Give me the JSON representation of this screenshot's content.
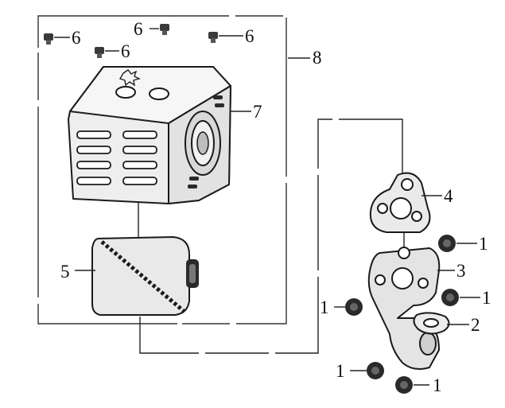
{
  "callouts": {
    "c1a": "1",
    "c1b": "1",
    "c1c": "1",
    "c1d": "1",
    "c1e": "1",
    "c2": "2",
    "c3": "3",
    "c4": "4",
    "c5": "5",
    "c6a": "6",
    "c6b": "6",
    "c6c": "6",
    "c6d": "6",
    "c7": "7",
    "c8": "8"
  },
  "colors": {
    "ink": "#1a1a1a",
    "part_fill": "#e8e8e8",
    "part_shade": "#cfcfcf",
    "dark_part": "#2a2a2a"
  }
}
